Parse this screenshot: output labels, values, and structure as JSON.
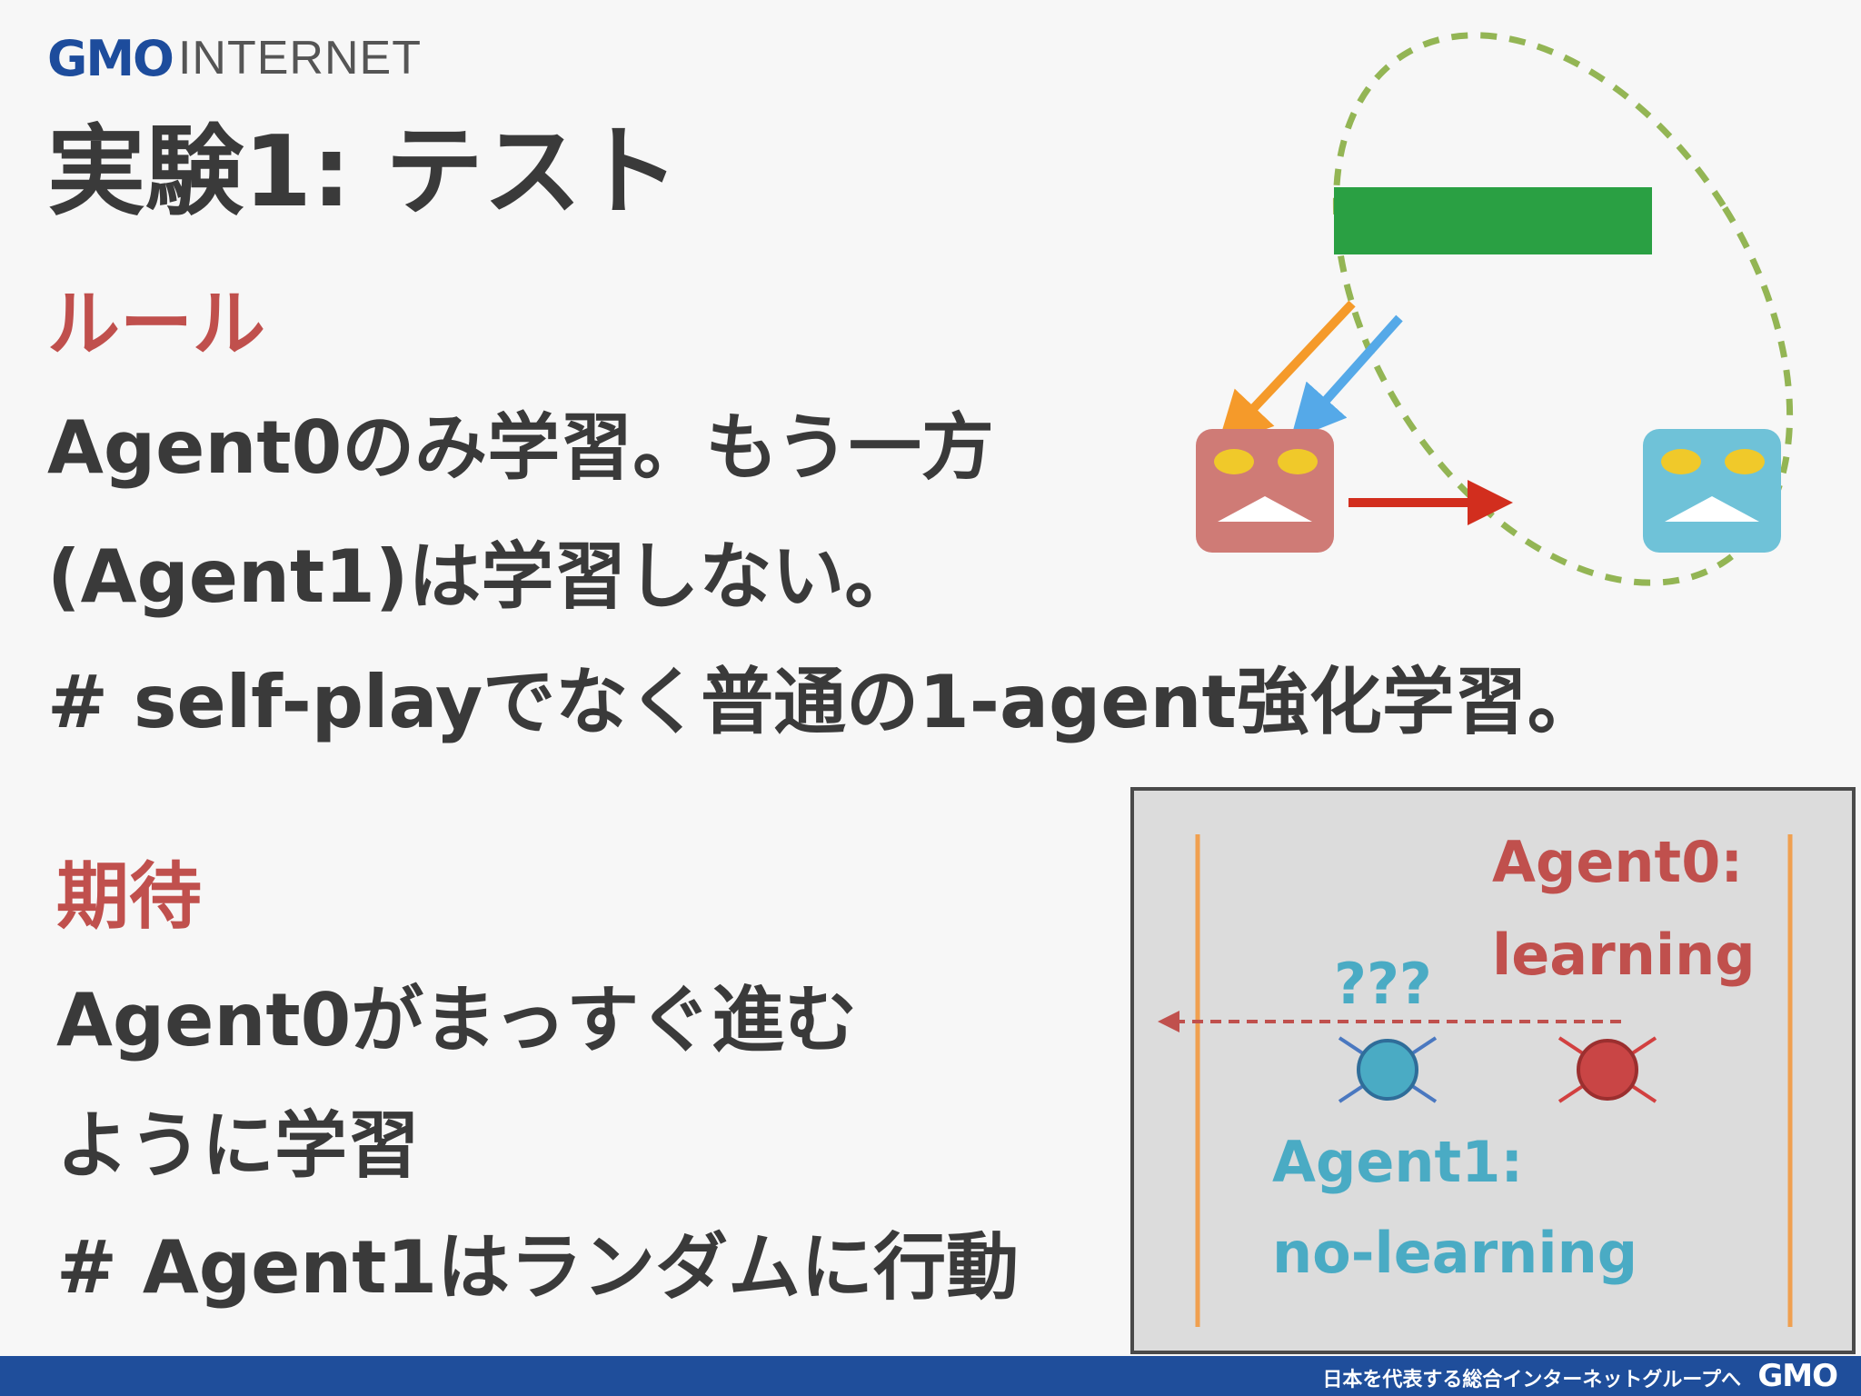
{
  "logo": {
    "brand": "GMO",
    "suffix": "INTERNET"
  },
  "title": "実験1: テスト",
  "rules": {
    "heading": "ルール",
    "lines": [
      "Agent0のみ学習。もう一方",
      "(Agent1)は学習しない。",
      "# self-playでなく普通の1-agent強化学習。"
    ]
  },
  "expectation": {
    "heading": "期待",
    "lines": [
      "Agent0がまっすぐ進む",
      "ように学習",
      "# Agent1はランダムに行動"
    ]
  },
  "diagram": {
    "agent0_label": "Agent0:",
    "agent0_sub": "learning",
    "agent1_label": "Agent1:",
    "agent1_sub": "no-learning",
    "unknown": "???"
  },
  "colors": {
    "accent_red": "#c0504d",
    "agent0_text": "#c0504d",
    "agent1_text": "#4aabc4",
    "footer_bar": "#1f4e9b",
    "green_bar": "#2aa043",
    "ellipse": "#93b554"
  },
  "footer": {
    "tagline": "日本を代表する総合インターネットグループへ",
    "brand": "GMO"
  }
}
